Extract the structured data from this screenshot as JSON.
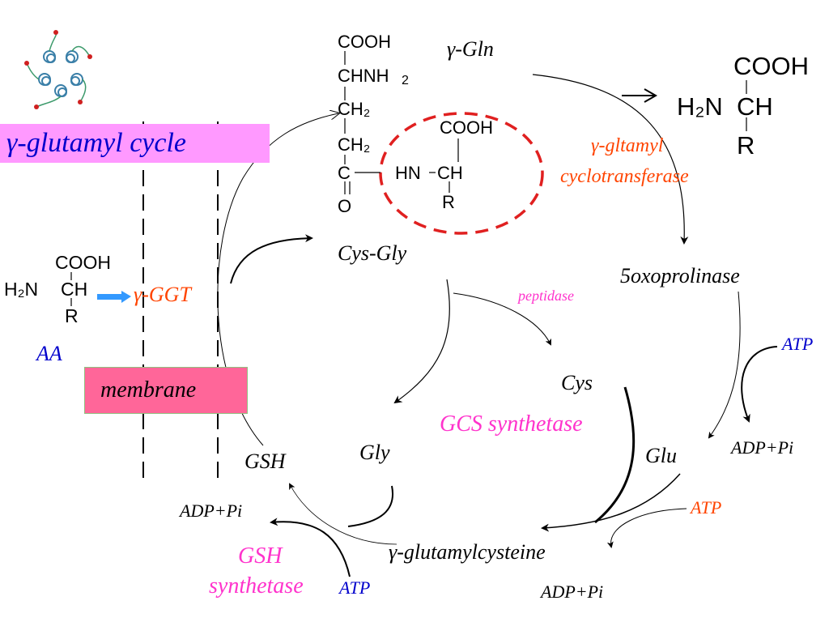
{
  "title": "γ-glutamyl cycle",
  "membrane_label": "membrane",
  "amino_acid": {
    "cooh": "COOH",
    "h2n": "H₂N",
    "ch": "CH",
    "r": "R",
    "name": "AA"
  },
  "enzyme_ggt": "γ-GGT",
  "cys_gly_struct": {
    "cooh": "COOH",
    "chnh2": "CHNH",
    "sub2": "2",
    "ch2a": "CH₂",
    "ch2b": "CH₂",
    "c": "C",
    "o": "O",
    "hn": "HN",
    "ch": "CH",
    "cooh2": "COOH",
    "r": "R"
  },
  "product_aa": {
    "cooh": "COOH",
    "h2n": "H₂N",
    "ch": "CH",
    "r": "R"
  },
  "labels": {
    "gamma_gln": "γ-Gln",
    "cys_gly": "Cys-Gly",
    "cyclotransferase_1": "γ-gltamyl",
    "cyclotransferase_2": "cyclotransferase",
    "oxoprolinase": "5oxoprolinase",
    "peptidase": "peptidase",
    "cys": "Cys",
    "gcs_synthetase": "GCS synthetase",
    "glu": "Glu",
    "gly": "Gly",
    "gsh": "GSH",
    "gsh_synthetase_1": "GSH",
    "gsh_synthetase_2": "synthetase",
    "gamma_glutamylcysteine": "γ-glutamylcysteine",
    "atp_1": "ATP",
    "adp_pi_1": "ADP+Pi",
    "atp_2": "ATP",
    "adp_pi_2": "ADP+Pi",
    "atp_3": "ATP",
    "adp_pi_3": "ADP+Pi"
  },
  "colors": {
    "title_bg": "#ff99ff",
    "title_text": "#0000cc",
    "membrane_bg": "#ff6699",
    "enzyme_orange": "#ff4400",
    "enzyme_magenta": "#ff33cc",
    "atp_blue": "#0000cc",
    "dashed_red": "#e02020",
    "aa_arrow": "#3399ff"
  },
  "icons": {
    "protein": "protein-structure-icon"
  }
}
